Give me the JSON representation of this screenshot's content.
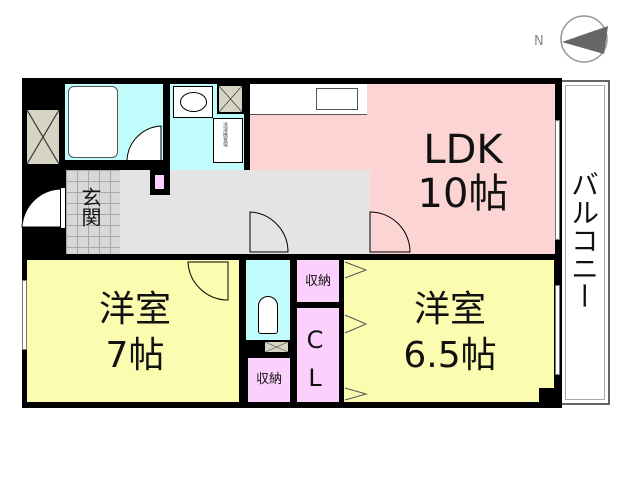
{
  "compass": {
    "north_label": "N",
    "icon": "compass-north-arrow-icon"
  },
  "rooms": {
    "ldk": {
      "name": "LDK",
      "size": "10帖",
      "color": "#fdd4d4"
    },
    "western_7": {
      "name": "洋室",
      "size": "7帖",
      "color": "#fcfcb0"
    },
    "western_65": {
      "name": "洋室",
      "size": "6.5帖",
      "color": "#fcfcb0"
    },
    "entrance": {
      "name": "玄関"
    },
    "storage_upper": {
      "name": "収納"
    },
    "storage_lower": {
      "name": "収納"
    },
    "closet": {
      "name": "CL"
    },
    "balcony": {
      "name": "バルコニー"
    },
    "washer_space": {
      "name": "洗濯機置場"
    }
  },
  "colors": {
    "wet_area": "#c0fcfc",
    "storage": "#fcd0fc",
    "hallway": "#e4e4e4",
    "wall": "#000000"
  }
}
